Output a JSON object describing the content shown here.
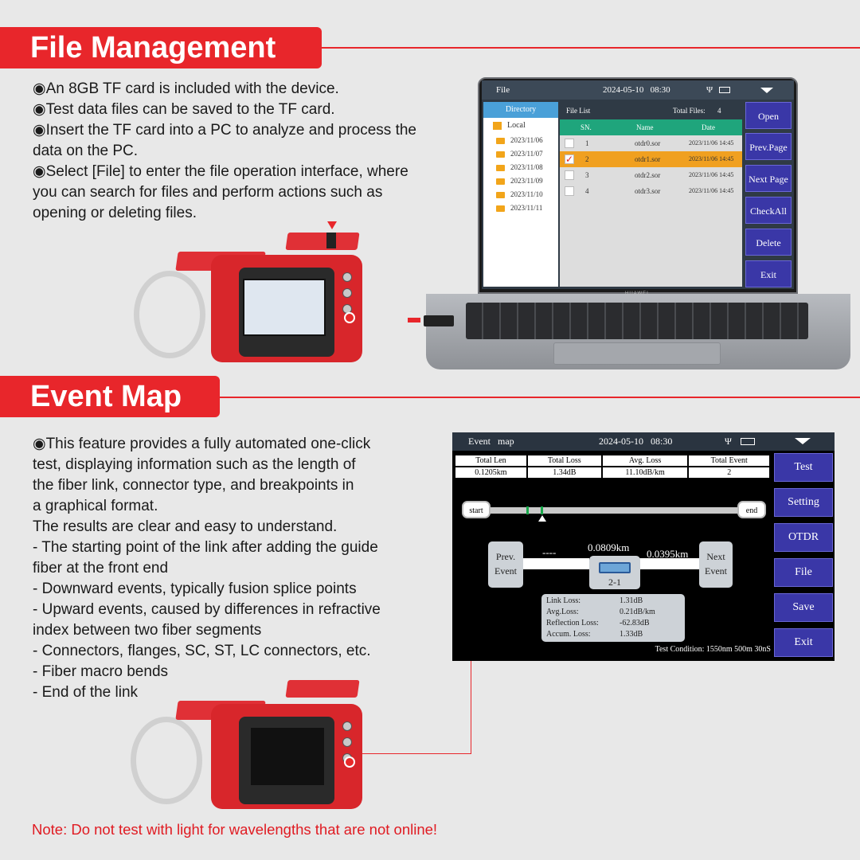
{
  "section1": {
    "title": "File Management",
    "bullets": [
      "◉An 8GB TF card is included with the device.",
      "◉Test data files can be saved to the TF card.",
      "◉Insert the TF card into a PC to analyze and process the data on the PC.",
      "◉Select [File] to enter the file operation interface, where you can search for files and perform actions such as opening or deleting files."
    ]
  },
  "file_screen": {
    "title": "File",
    "datetime": "2024-05-10   08:30",
    "directory_header": "Directory",
    "file_list_header": "File List",
    "total_files_label": "Total Files:",
    "total_files": "4",
    "columns": [
      "SN.",
      "Name",
      "Date"
    ],
    "root": "Local",
    "folders": [
      "2023/11/06",
      "2023/11/07",
      "2023/11/08",
      "2023/11/09",
      "2023/11/10",
      "2023/11/11"
    ],
    "files": [
      {
        "sn": "1",
        "name": "otdr0.sor",
        "date": "2023/11/06 14:45",
        "checked": false
      },
      {
        "sn": "2",
        "name": "otdr1.sor",
        "date": "2023/11/06 14:45",
        "checked": true
      },
      {
        "sn": "3",
        "name": "otdr2.sor",
        "date": "2023/11/06 14:45",
        "checked": false
      },
      {
        "sn": "4",
        "name": "otdr3.sor",
        "date": "2023/11/06 14:45",
        "checked": false
      }
    ],
    "buttons": [
      "Open",
      "Prev.Page",
      "Next Page",
      "CheckAll",
      "Delete",
      "Exit"
    ],
    "laptop_brand": "HUAWEI"
  },
  "section2": {
    "title": "Event Map",
    "lines": [
      "◉This feature provides a fully automated one-click",
      "test, displaying information such as the length of",
      "the fiber link, connector type, and breakpoints in",
      "a graphical format.",
      "The results are clear and easy to understand.",
      "- The starting point of the link after adding the guide",
      "fiber at the front end",
      "- Downward events, typically fusion splice points",
      "- Upward events, caused by differences in refractive",
      "index between two fiber segments",
      "- Connectors, flanges, SC, ST, LC connectors, etc.",
      "- Fiber macro bends",
      "- End of the link"
    ]
  },
  "event_screen": {
    "title": "Event   map",
    "datetime": "2024-05-10   08:30",
    "summary_headers": [
      "Total Len",
      "Total  Loss",
      "Avg. Loss",
      "Total Event"
    ],
    "summary_values": [
      "0.1205km",
      "1.34dB",
      "11.10dB/km",
      "2"
    ],
    "start_label": "start",
    "end_label": "end",
    "prev_event": [
      "Prev.",
      "Event"
    ],
    "next_event": [
      "Next",
      "Event"
    ],
    "left_dash": "----",
    "event_distance": "0.0809km",
    "next_distance": "0.0395km",
    "event_id": "2-1",
    "loss_rows": [
      {
        "label": "Link Loss:",
        "value": "1.31dB"
      },
      {
        "label": "Avg.Loss:",
        "value": "0.21dB/km"
      },
      {
        "label": "Reflection Loss:",
        "value": "-62.83dB"
      },
      {
        "label": "Accum. Loss:",
        "value": "1.33dB"
      }
    ],
    "test_condition": "Test Condition: 1550nm 500m 30nS",
    "buttons": [
      "Test",
      "Setting",
      "OTDR",
      "File",
      "Save",
      "Exit"
    ]
  },
  "note": "Note: Do not test with light for wavelengths that are not online!",
  "colors": {
    "accent": "#e8262b",
    "button": "#3a37a7",
    "highlight": "#f0a020",
    "header_green": "#1fa57c"
  }
}
